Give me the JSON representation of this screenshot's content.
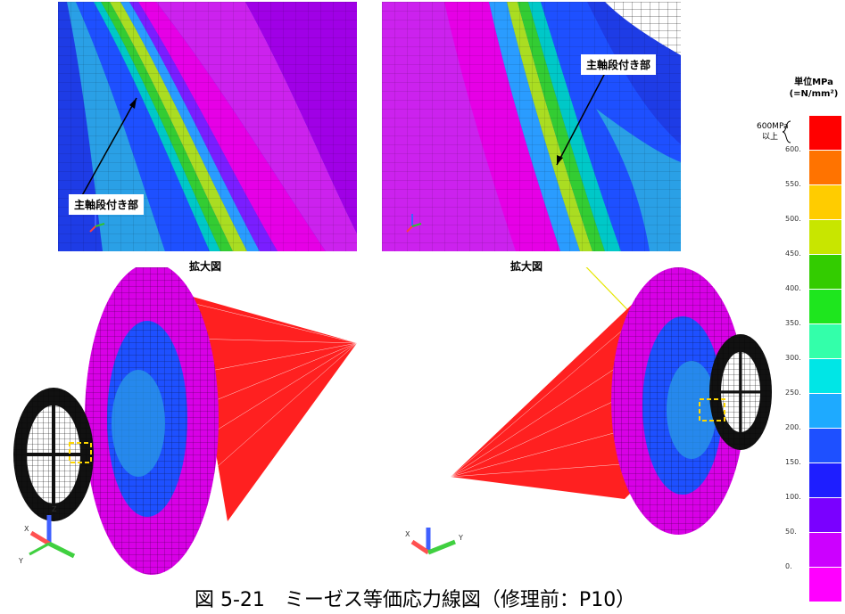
{
  "zoom_left": {
    "callout": "主軸段付き部",
    "caption": "拡大図"
  },
  "zoom_right": {
    "callout": "主軸段付き部",
    "caption": "拡大図"
  },
  "legend": {
    "title_line1": "単位MPa",
    "title_line2": "(=N/mm²)",
    "over_label_line1": "600MPa",
    "over_label_line2": "以上",
    "ticks": [
      "600.",
      "550.",
      "500.",
      "450.",
      "400.",
      "350.",
      "300.",
      "250.",
      "200.",
      "150.",
      "100.",
      "50.",
      "0."
    ],
    "colors": [
      "#ff0000",
      "#ff7300",
      "#ffcc00",
      "#c8e600",
      "#33cc00",
      "#1ee61e",
      "#33ffaa",
      "#00e6e6",
      "#1eaaff",
      "#1e50ff",
      "#1e1eff",
      "#7a00ff",
      "#cc00ff",
      "#ff00ff"
    ]
  },
  "figure_caption": "図 5-21　ミーゼス等価応力線図（修理前：P10）",
  "colors": {
    "mesh_magenta": "#d800e6",
    "mesh_blue": "#1e40e6",
    "leader_line": "#e6e600",
    "highlight_box": "#ffd700",
    "spoke_red": "#ff0000"
  }
}
